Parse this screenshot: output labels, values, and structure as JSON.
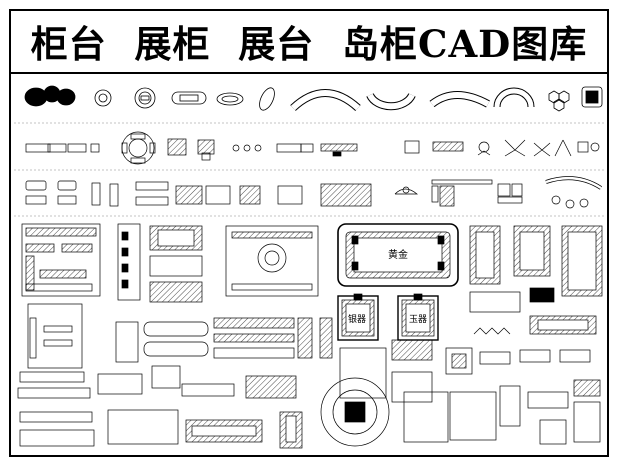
{
  "title": "柜台  展柜  展台  岛柜CAD图库",
  "labels": {
    "gold": "黄金",
    "silver": "银器",
    "jade": "玉器"
  }
}
